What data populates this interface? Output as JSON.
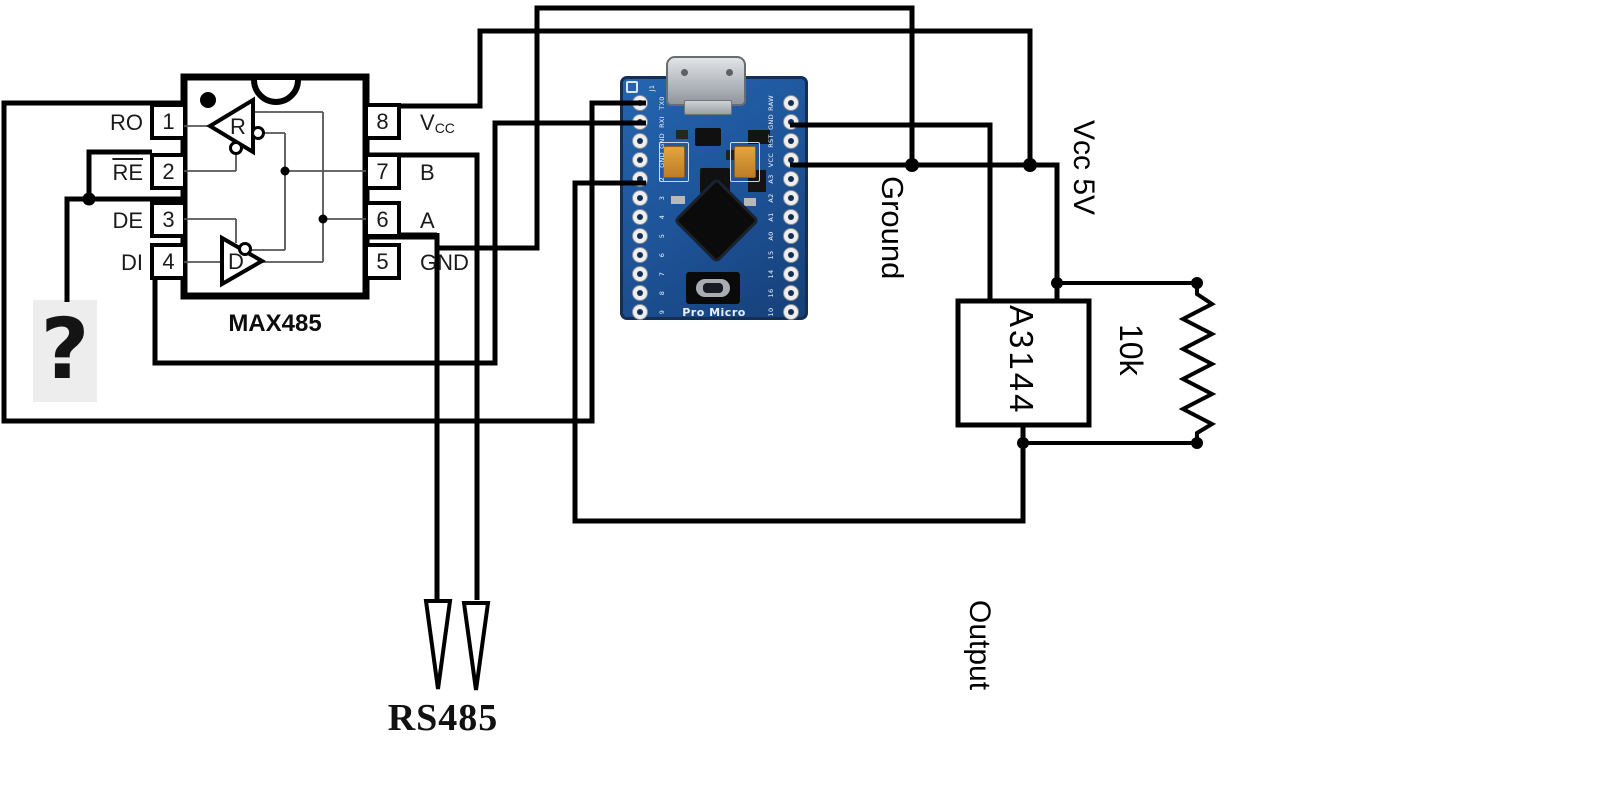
{
  "diagram": {
    "max485": {
      "title": "MAX485",
      "pin1": {
        "num": "1",
        "label": "RO"
      },
      "pin2": {
        "num": "2",
        "label": "RE"
      },
      "pin3": {
        "num": "3",
        "label": "DE"
      },
      "pin4": {
        "num": "4",
        "label": "DI"
      },
      "pin5": {
        "num": "5",
        "label": "GND"
      },
      "pin6": {
        "num": "6",
        "label": "A"
      },
      "pin7": {
        "num": "7",
        "label": "B"
      },
      "pin8": {
        "num": "8",
        "label_main": "V",
        "label_sub": "CC"
      },
      "receiver": "R",
      "driver": "D"
    },
    "pro_micro": {
      "board_name": "Pro Micro",
      "j1": "J1",
      "left_pins": [
        "TX0",
        "RXI",
        "GND",
        "GND",
        "2",
        "3",
        "4",
        "5",
        "6",
        "7",
        "8",
        "9"
      ],
      "right_pins": [
        "RAW",
        "GND",
        "RST",
        "VCC",
        "A3",
        "A2",
        "A1",
        "A0",
        "15",
        "14",
        "16",
        "10"
      ]
    },
    "labels": {
      "unknown": "?",
      "rs485": "RS485",
      "ground": "Ground",
      "vcc": "Vcc 5V",
      "output": "Output",
      "sensor": "A3144",
      "resistor": "10k"
    },
    "colors": {
      "wire": "#000000",
      "board_blue": "#1d5296",
      "board_border": "#132f56",
      "capacitor_orange": "#d89a3a",
      "usb_silver": "#b9bdc2",
      "question_box_bg": "#ededed",
      "silkscreen": "#f2f6fc"
    }
  }
}
